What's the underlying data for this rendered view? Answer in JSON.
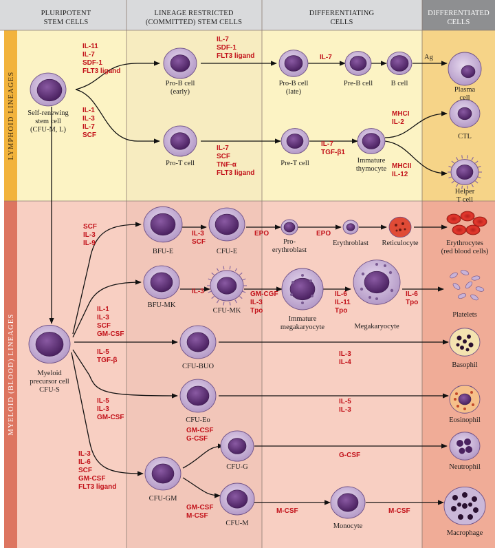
{
  "headers": [
    {
      "line1": "PLURIPOTENT",
      "line2": "STEM CELLS"
    },
    {
      "line1": "LINEAGE RESTRICTED",
      "line2": "(COMMITTED) STEM CELLS"
    },
    {
      "line1": "DIFFERENTIATING",
      "line2": "CELLS"
    },
    {
      "line1": "DIFFERENTIATED",
      "line2": "CELLS"
    }
  ],
  "side_labels": {
    "lymphoid": "LYMPHOID LINEAGES",
    "myeloid": "MYELOID (BLOOD) LINEAGES"
  },
  "colors": {
    "lymphoid_bg": "#fcf3c4",
    "myeloid_bg": "#f7cbbd",
    "lymph_band": "#f2b33c",
    "myeloid_band": "#dd7560",
    "factor_text": "#c2121a",
    "cell_body": "#c8b3d8",
    "nucleus": "#5a2e73"
  },
  "cells": {
    "stem": [
      "Self-renewing",
      "stem cell",
      "(CFU-M, L)"
    ],
    "prob_early": [
      "Pro-B cell",
      "(early)"
    ],
    "prob_late": [
      "Pro-B cell",
      "(late)"
    ],
    "preb": [
      "Pre-B cell"
    ],
    "bcell": [
      "B cell"
    ],
    "plasma": [
      "Plasma",
      "cell"
    ],
    "prot": [
      "Pro-T cell"
    ],
    "pret": [
      "Pre-T cell"
    ],
    "immthy": [
      "Immature",
      "thymocyte"
    ],
    "ctl": [
      "CTL"
    ],
    "helper": [
      "Helper",
      "T cell"
    ],
    "myeloid": [
      "Myeloid",
      "precursor cell",
      "CFU-S"
    ],
    "bfue": [
      "BFU-E"
    ],
    "cfue": [
      "CFU-E"
    ],
    "proery": [
      "Pro-",
      "erythroblast"
    ],
    "erythroblast": [
      "Erythroblast"
    ],
    "reticulocyte": [
      "Reticulocyte"
    ],
    "erythrocytes": [
      "Erythrocytes",
      "(red blood cells)"
    ],
    "bfumk": [
      "BFU-MK"
    ],
    "cfumk": [
      "CFU-MK"
    ],
    "immmega": [
      "Immature",
      "megakaryocyte"
    ],
    "megakaryocyte": [
      "Megakaryocyte"
    ],
    "platelets": [
      "Platelets"
    ],
    "cfubuo": [
      "CFU-BUO"
    ],
    "basophil": [
      "Basophil"
    ],
    "cfueo": [
      "CFU-Eo"
    ],
    "eosinophil": [
      "Eosinophil"
    ],
    "cfugm": [
      "CFU-GM"
    ],
    "cfug": [
      "CFU-G"
    ],
    "neutrophil": [
      "Neutrophil"
    ],
    "cfum": [
      "CFU-M"
    ],
    "monocyte": [
      "Monocyte"
    ],
    "macrophage": [
      "Macrophage"
    ]
  },
  "factors": {
    "stem_to_B": [
      "IL-11",
      "IL-7",
      "SDF-1",
      "FLT3 ligand"
    ],
    "stem_to_T": [
      "IL-1",
      "IL-3",
      "IL-7",
      "SCF"
    ],
    "earlyB": [
      "IL-7",
      "SDF-1",
      "FLT3 ligand"
    ],
    "lateB": [
      "IL-7"
    ],
    "ag": [
      "Ag"
    ],
    "proT": [
      "IL-7",
      "SCF",
      "TNF-α",
      "FLT3 ligand"
    ],
    "preT": [
      "IL-7",
      "TGF-β1"
    ],
    "ctl": [
      "MHCI",
      "IL-2"
    ],
    "helper": [
      "MHCII",
      "IL-12"
    ],
    "toBFUE": [
      "SCF",
      "IL-3",
      "IL-9"
    ],
    "bfue": [
      "IL-3",
      "SCF"
    ],
    "epo1": [
      "EPO"
    ],
    "epo2": [
      "EPO"
    ],
    "toMK": [
      "IL-1",
      "IL-3",
      "SCF",
      "GM-CSF"
    ],
    "bfumk": [
      "IL-3"
    ],
    "cfumk": [
      "GM-CGF",
      "IL-3",
      "Tpo"
    ],
    "immmega": [
      "IL-6",
      "IL-11",
      "Tpo"
    ],
    "mega": [
      "IL-6",
      "Tpo"
    ],
    "toBUO": [
      "IL-5",
      "TGF-β"
    ],
    "buo": [
      "IL-3",
      "IL-4"
    ],
    "toEo": [
      "IL-5",
      "IL-3",
      "GM-CSF"
    ],
    "eo": [
      "IL-5",
      "IL-3"
    ],
    "toGM": [
      "IL-3",
      "IL-6",
      "SCF",
      "GM-CSF",
      "FLT3 ligand"
    ],
    "toG": [
      "GM-CSF",
      "G-CSF"
    ],
    "g": [
      "G-CSF"
    ],
    "toM": [
      "GM-CSF",
      "M-CSF"
    ],
    "m1": [
      "M-CSF"
    ],
    "m2": [
      "M-CSF"
    ]
  }
}
